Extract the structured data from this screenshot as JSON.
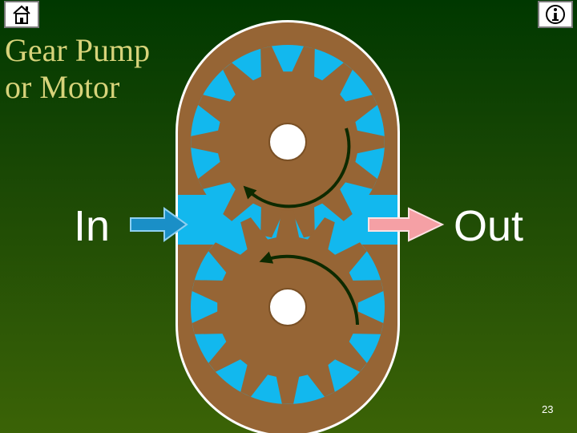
{
  "title": {
    "line1": "Gear Pump",
    "line2": "or Motor"
  },
  "labels": {
    "inlet": "In",
    "outlet": "Out"
  },
  "page_number": "23",
  "nav": {
    "home_icon": "home-icon",
    "info_icon": "info-icon"
  },
  "colors": {
    "background_top": "#003800",
    "background_bottom": "#3b6306",
    "title": "#d7d37a",
    "gear": "#966535",
    "fluid": "#12b8ee",
    "housing_edge": "#ffffff",
    "inlet_arrow": "#1a8fc7",
    "outlet_arrow": "#f5a0a5",
    "rotation_arrow": "#0d2a00"
  }
}
